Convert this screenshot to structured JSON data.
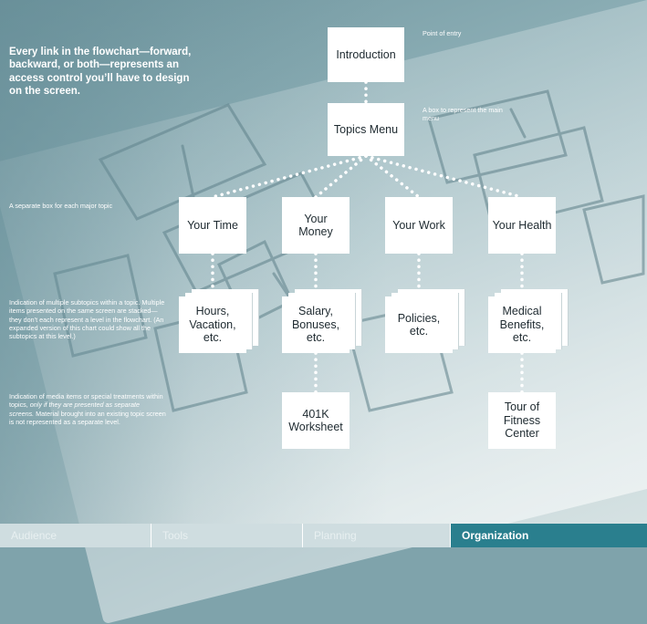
{
  "headline": "Every link in the flowchart—forward, backward, or both—represents an access control you’ll have to design on the screen.",
  "notes": {
    "entry": "Point of entry",
    "main_menu": "A box to represent the main menu",
    "major_topic": "A separate box for each major topic",
    "subtopics": "Indication of multiple subtopics within a topic. Multiple items presented on the same screen are stacked—they don’t each represent a level in the flowchart. (An expanded version of this chart could show all the subtopics at this level.)",
    "media_pre": "Indication of media items or special treatments within topics, ",
    "media_italic": "only if they are presented as separate screens.",
    "media_post": " Material brought into an existing topic screen is not represented as a separate level."
  },
  "flowchart": {
    "introduction": "Introduction",
    "topics_menu": "Topics Menu",
    "topics": [
      {
        "label": "Your Time",
        "subtopic": "Hours, Vacation, etc.",
        "media": ""
      },
      {
        "label": "Your Money",
        "subtopic": "Salary, Bonuses, etc.",
        "media": "401K Worksheet"
      },
      {
        "label": "Your Work",
        "subtopic": "Policies, etc.",
        "media": ""
      },
      {
        "label": "Your Health",
        "subtopic": "Medical Benefits, etc.",
        "media": "Tour of Fitness Center"
      }
    ]
  },
  "footer": {
    "tabs": [
      "Audience",
      "Tools",
      "Planning",
      "Organization"
    ],
    "active": "Organization"
  },
  "colors": {
    "connector": "#ffffff",
    "active_tab": "#2a7f8e"
  }
}
